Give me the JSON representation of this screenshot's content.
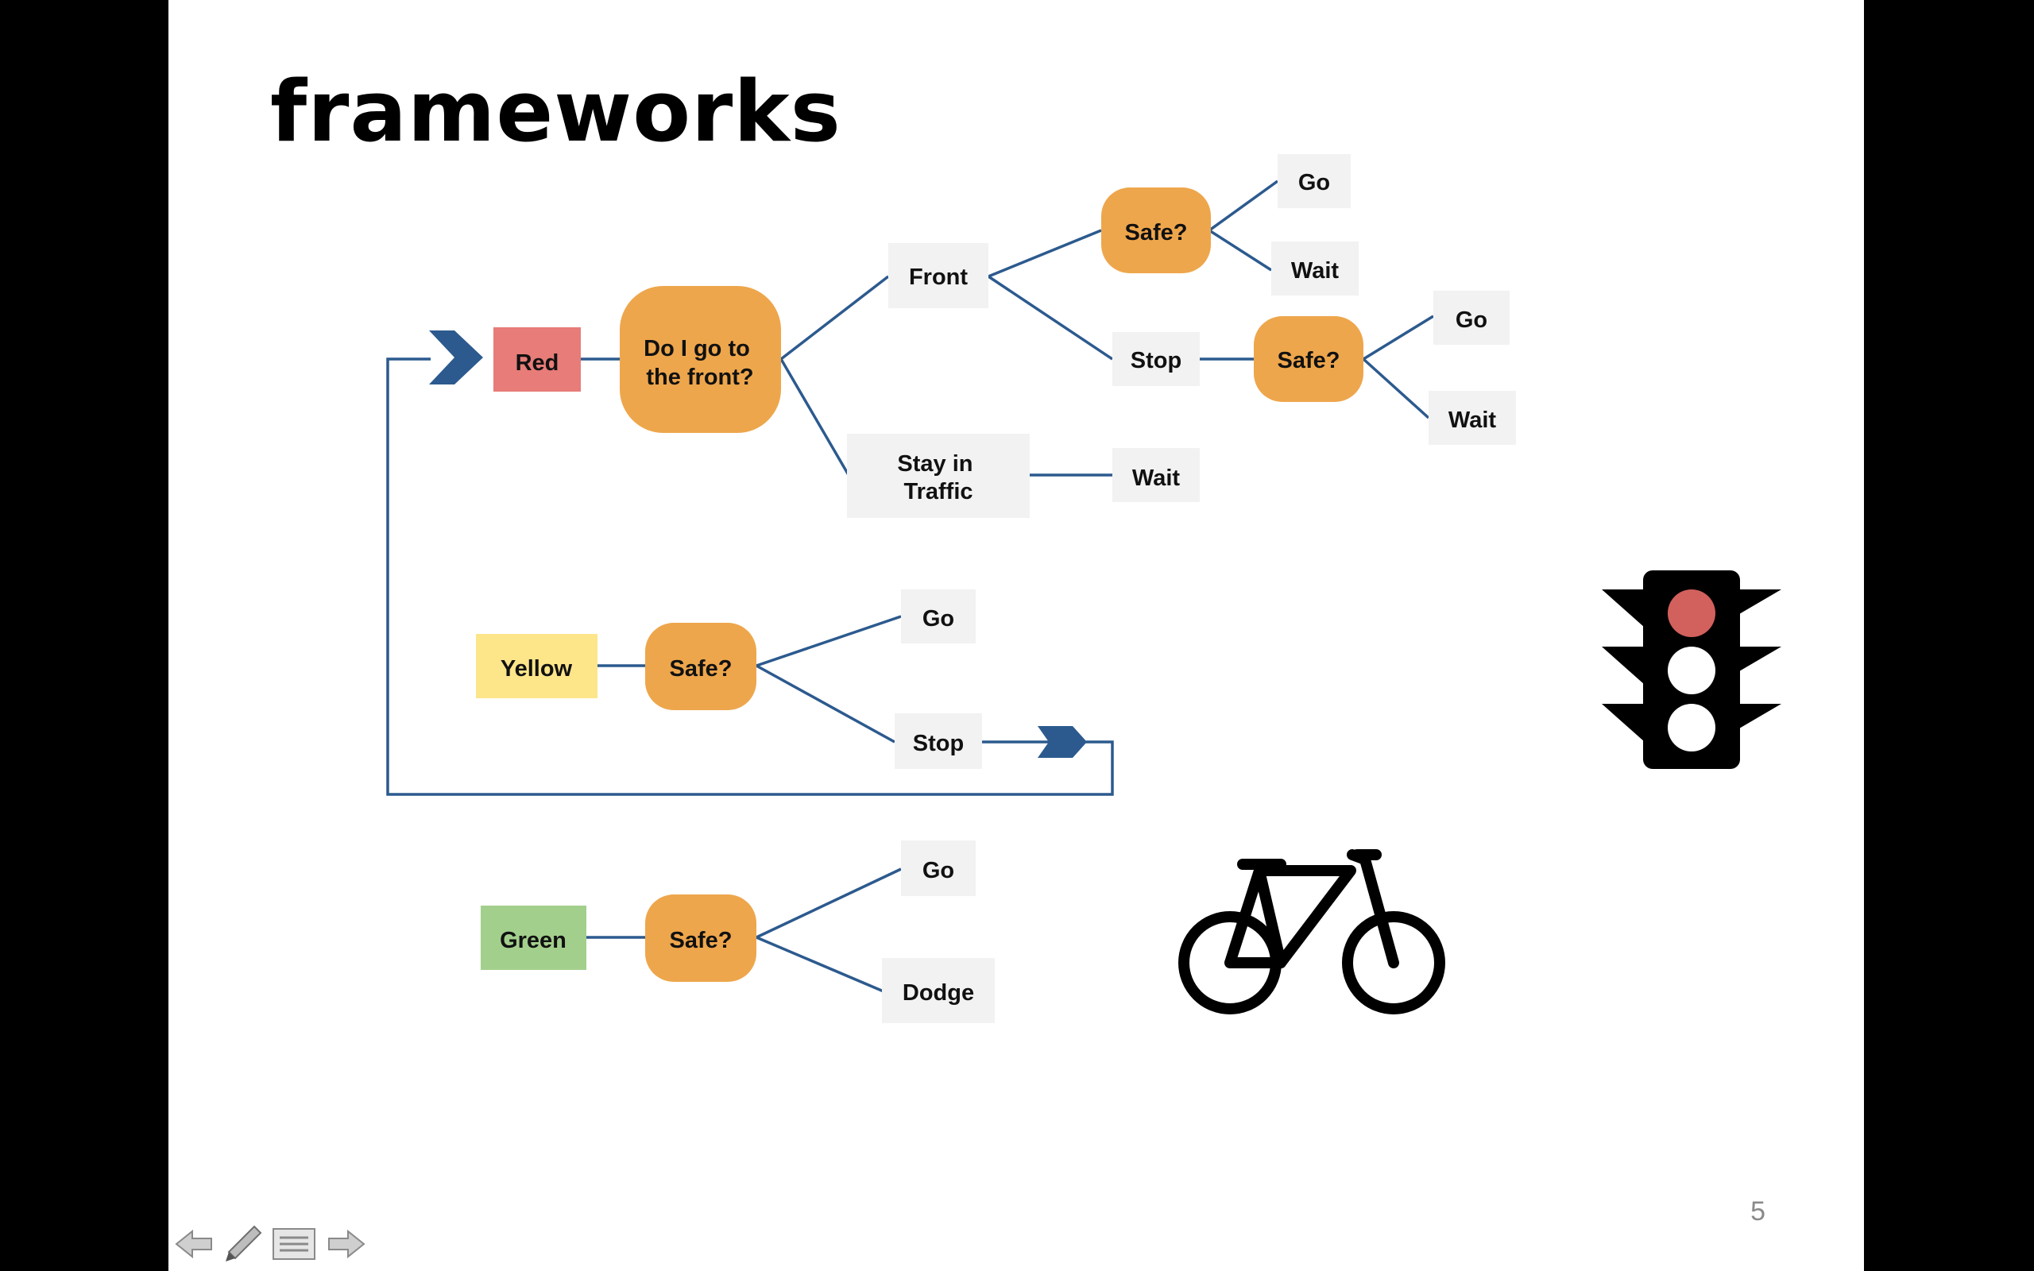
{
  "slide": {
    "title": "frameworks",
    "page_number": "5"
  },
  "diagram": {
    "nodes": {
      "red": "Red",
      "front_question": [
        "Do I go to",
        "the front?"
      ],
      "front": "Front",
      "safe_top": "Safe?",
      "go_top": "Go",
      "wait_top": "Wait",
      "stop_top": "Stop",
      "safe_mid": "Safe?",
      "go_mid": "Go",
      "wait_mid": "Wait",
      "stay_in_traffic": [
        "Stay in",
        "Traffic"
      ],
      "wait_traffic": "Wait",
      "yellow": "Yellow",
      "safe_yellow": "Safe?",
      "go_yellow": "Go",
      "stop_yellow": "Stop",
      "green": "Green",
      "safe_green": "Safe?",
      "go_green": "Go",
      "dodge": "Dodge"
    },
    "colors": {
      "red": "#e77c78",
      "yellow": "#fde58a",
      "green": "#a3cf8d",
      "decision": "#eea64c",
      "outcome": "#f2f2f2",
      "connector": "#2c5a8e"
    }
  },
  "images": {
    "traffic_light": "traffic-light-icon",
    "bicycle": "bicycle-icon"
  },
  "controls": {
    "prev": "arrow-left-icon",
    "pen": "pen-icon",
    "menu": "menu-icon",
    "next": "arrow-right-icon"
  }
}
